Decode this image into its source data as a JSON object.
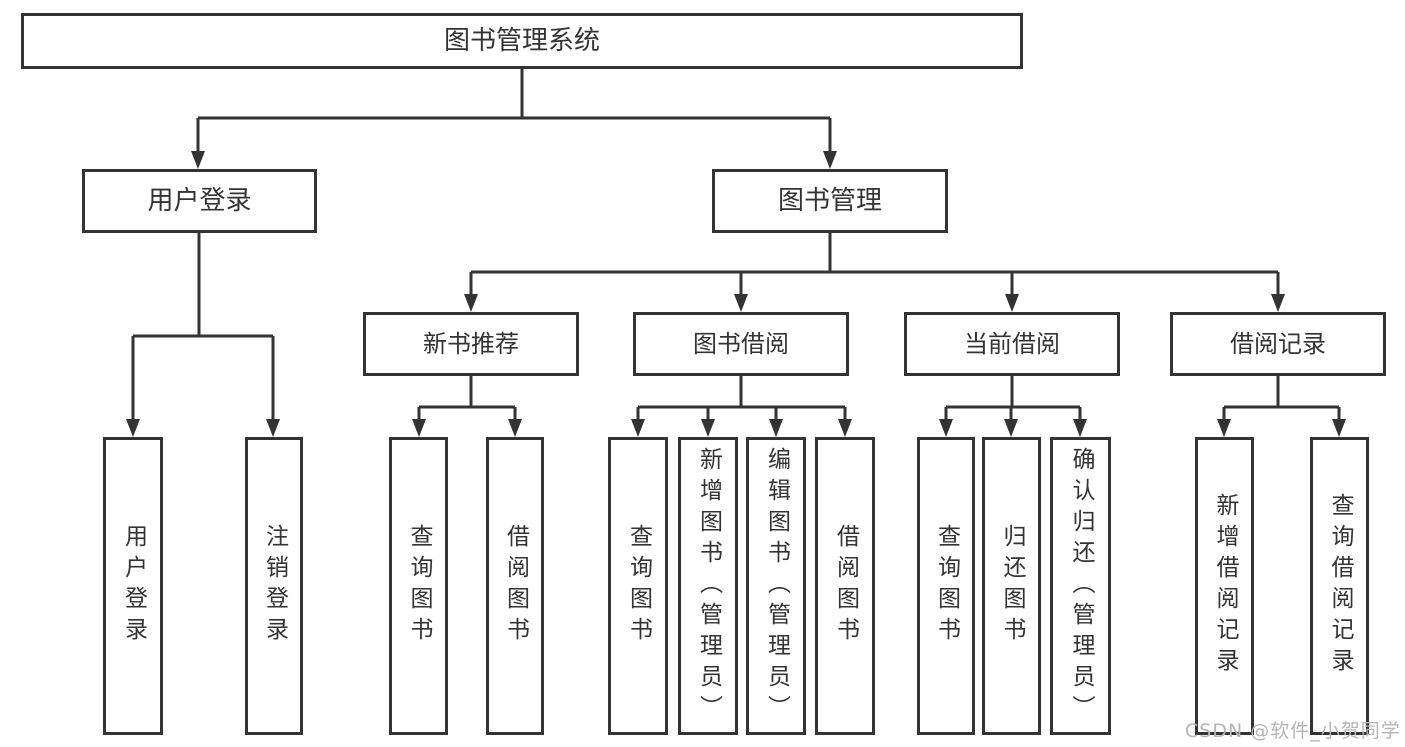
{
  "nodes": {
    "root": "图书管理系统",
    "level2": [
      "用户登录",
      "图书管理"
    ],
    "level3": [
      "新书推荐",
      "图书借阅",
      "当前借阅",
      "借阅记录"
    ],
    "leaves": {
      "login": [
        "用户登录",
        "注销登录"
      ],
      "recommend": [
        "查询图书",
        "借阅图书"
      ],
      "borrow": [
        "查询图书",
        "新增图书（管理员）",
        "编辑图书（管理员）",
        "借阅图书"
      ],
      "current": [
        "查询图书",
        "归还图书",
        "确认归还（管理员）"
      ],
      "records": [
        "新增借阅记录",
        "查询借阅记录"
      ]
    }
  },
  "watermark": "CSDN @软件_小贺同学",
  "colors": {
    "line": "#333333",
    "text": "#333333",
    "background": "#ffffff",
    "watermark": "#b5b5b5"
  }
}
